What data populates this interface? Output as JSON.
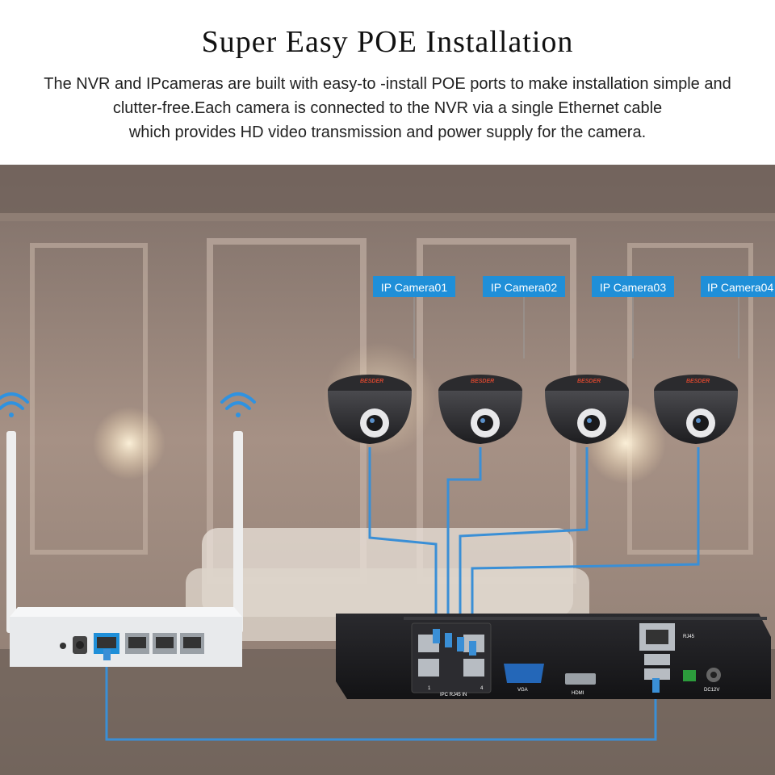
{
  "header": {
    "title": "Super Easy POE Installation",
    "lines": [
      "The NVR and IPcameras are built with easy-to -install POE ports to make installation simple and",
      "clutter-free.Each camera is connected to the NVR via a single Ethernet cable",
      "which provides HD video transmission and power supply for the camera."
    ]
  },
  "cameras": [
    {
      "label": "IP Camera01"
    },
    {
      "label": "IP Camera02"
    },
    {
      "label": "IP Camera03"
    },
    {
      "label": "IP Camera04"
    }
  ],
  "camera_brand": "BESDER",
  "nvr": {
    "port_rj45": "RJ45",
    "port_vga": "VGA",
    "port_hdmi": "HDMI",
    "port_dc": "DC12V",
    "poe_block": "IPC RJ45 IN",
    "poe_num_1": "1",
    "poe_num_4": "4"
  },
  "colors": {
    "label_bg": "#1f8fd8",
    "cable": "#3a8fd6",
    "nvr_body": "#1c1c1e",
    "router_body": "#eceef0"
  }
}
